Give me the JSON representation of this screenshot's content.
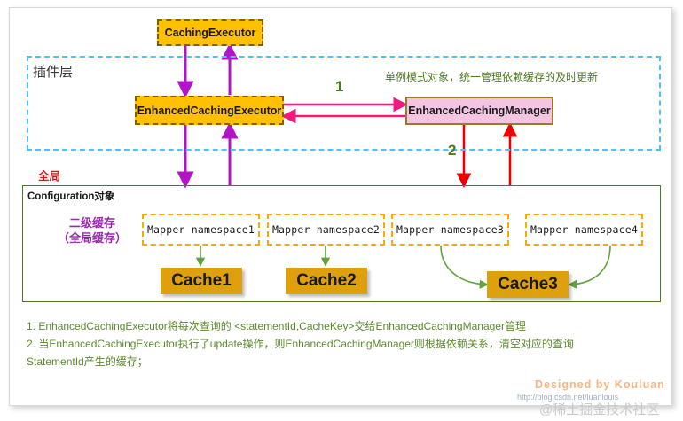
{
  "diagram": {
    "title": "MyBatis Enhanced Caching architecture",
    "colors": {
      "executor_fill": "#FFC000",
      "executor_border": "#7f6000",
      "manager_fill": "#F3C5E2",
      "manager_border": "#9c7a2b",
      "mapper_border": "#FFA800",
      "cache_fill": "#DFA00E",
      "plugin_layer_border": "#4FC3F7",
      "config_border": "#4C7A1E",
      "global_label": "#D21919",
      "second_cache_label": "#9C27B0",
      "note_green": "#4C7A1E",
      "purple_arrow": "#B413C9",
      "pink_arrow": "#EE1A7E",
      "red_arrow": "#EE0000",
      "green_arrow": "#5FA33A"
    },
    "plugin_layer": {
      "label": "插件层"
    },
    "global": {
      "label": "全局"
    },
    "config": {
      "title": "Configuration对象",
      "second_cache_line1": "二级缓存",
      "second_cache_line2": "（全局缓存）"
    },
    "nodes": {
      "caching_executor": "CachingExecutor",
      "enhanced_caching_executor": "EnhancedCachingExecutor",
      "enhanced_caching_manager": "EnhancedCachingManager"
    },
    "manager_note": "单例模式对象，统一管理依赖缓存的及时更新",
    "steps": {
      "one": "1",
      "two": "2"
    },
    "mappers": [
      "Mapper  namespace1",
      "Mapper  namespace2",
      "Mapper  namespace3",
      "Mapper  namespace4"
    ],
    "caches": [
      "Cache1",
      "Cache2",
      "Cache3"
    ],
    "notes": [
      "1. EnhancedCachingExecutor将每次查询的 <statementId,CacheKey>交给EnhancedCachingManager管理",
      "2. 当EnhancedCachingExecutor执行了update操作，则EnhancedCachingManager则根据依赖关系，清空对应的查询",
      "StatementId产生的缓存；"
    ],
    "watermark": {
      "designed_by": "Designed by Kouluan",
      "url": "http://blog.csdn.net/luanlouis",
      "site": "@稀土掘金技术社区"
    }
  }
}
